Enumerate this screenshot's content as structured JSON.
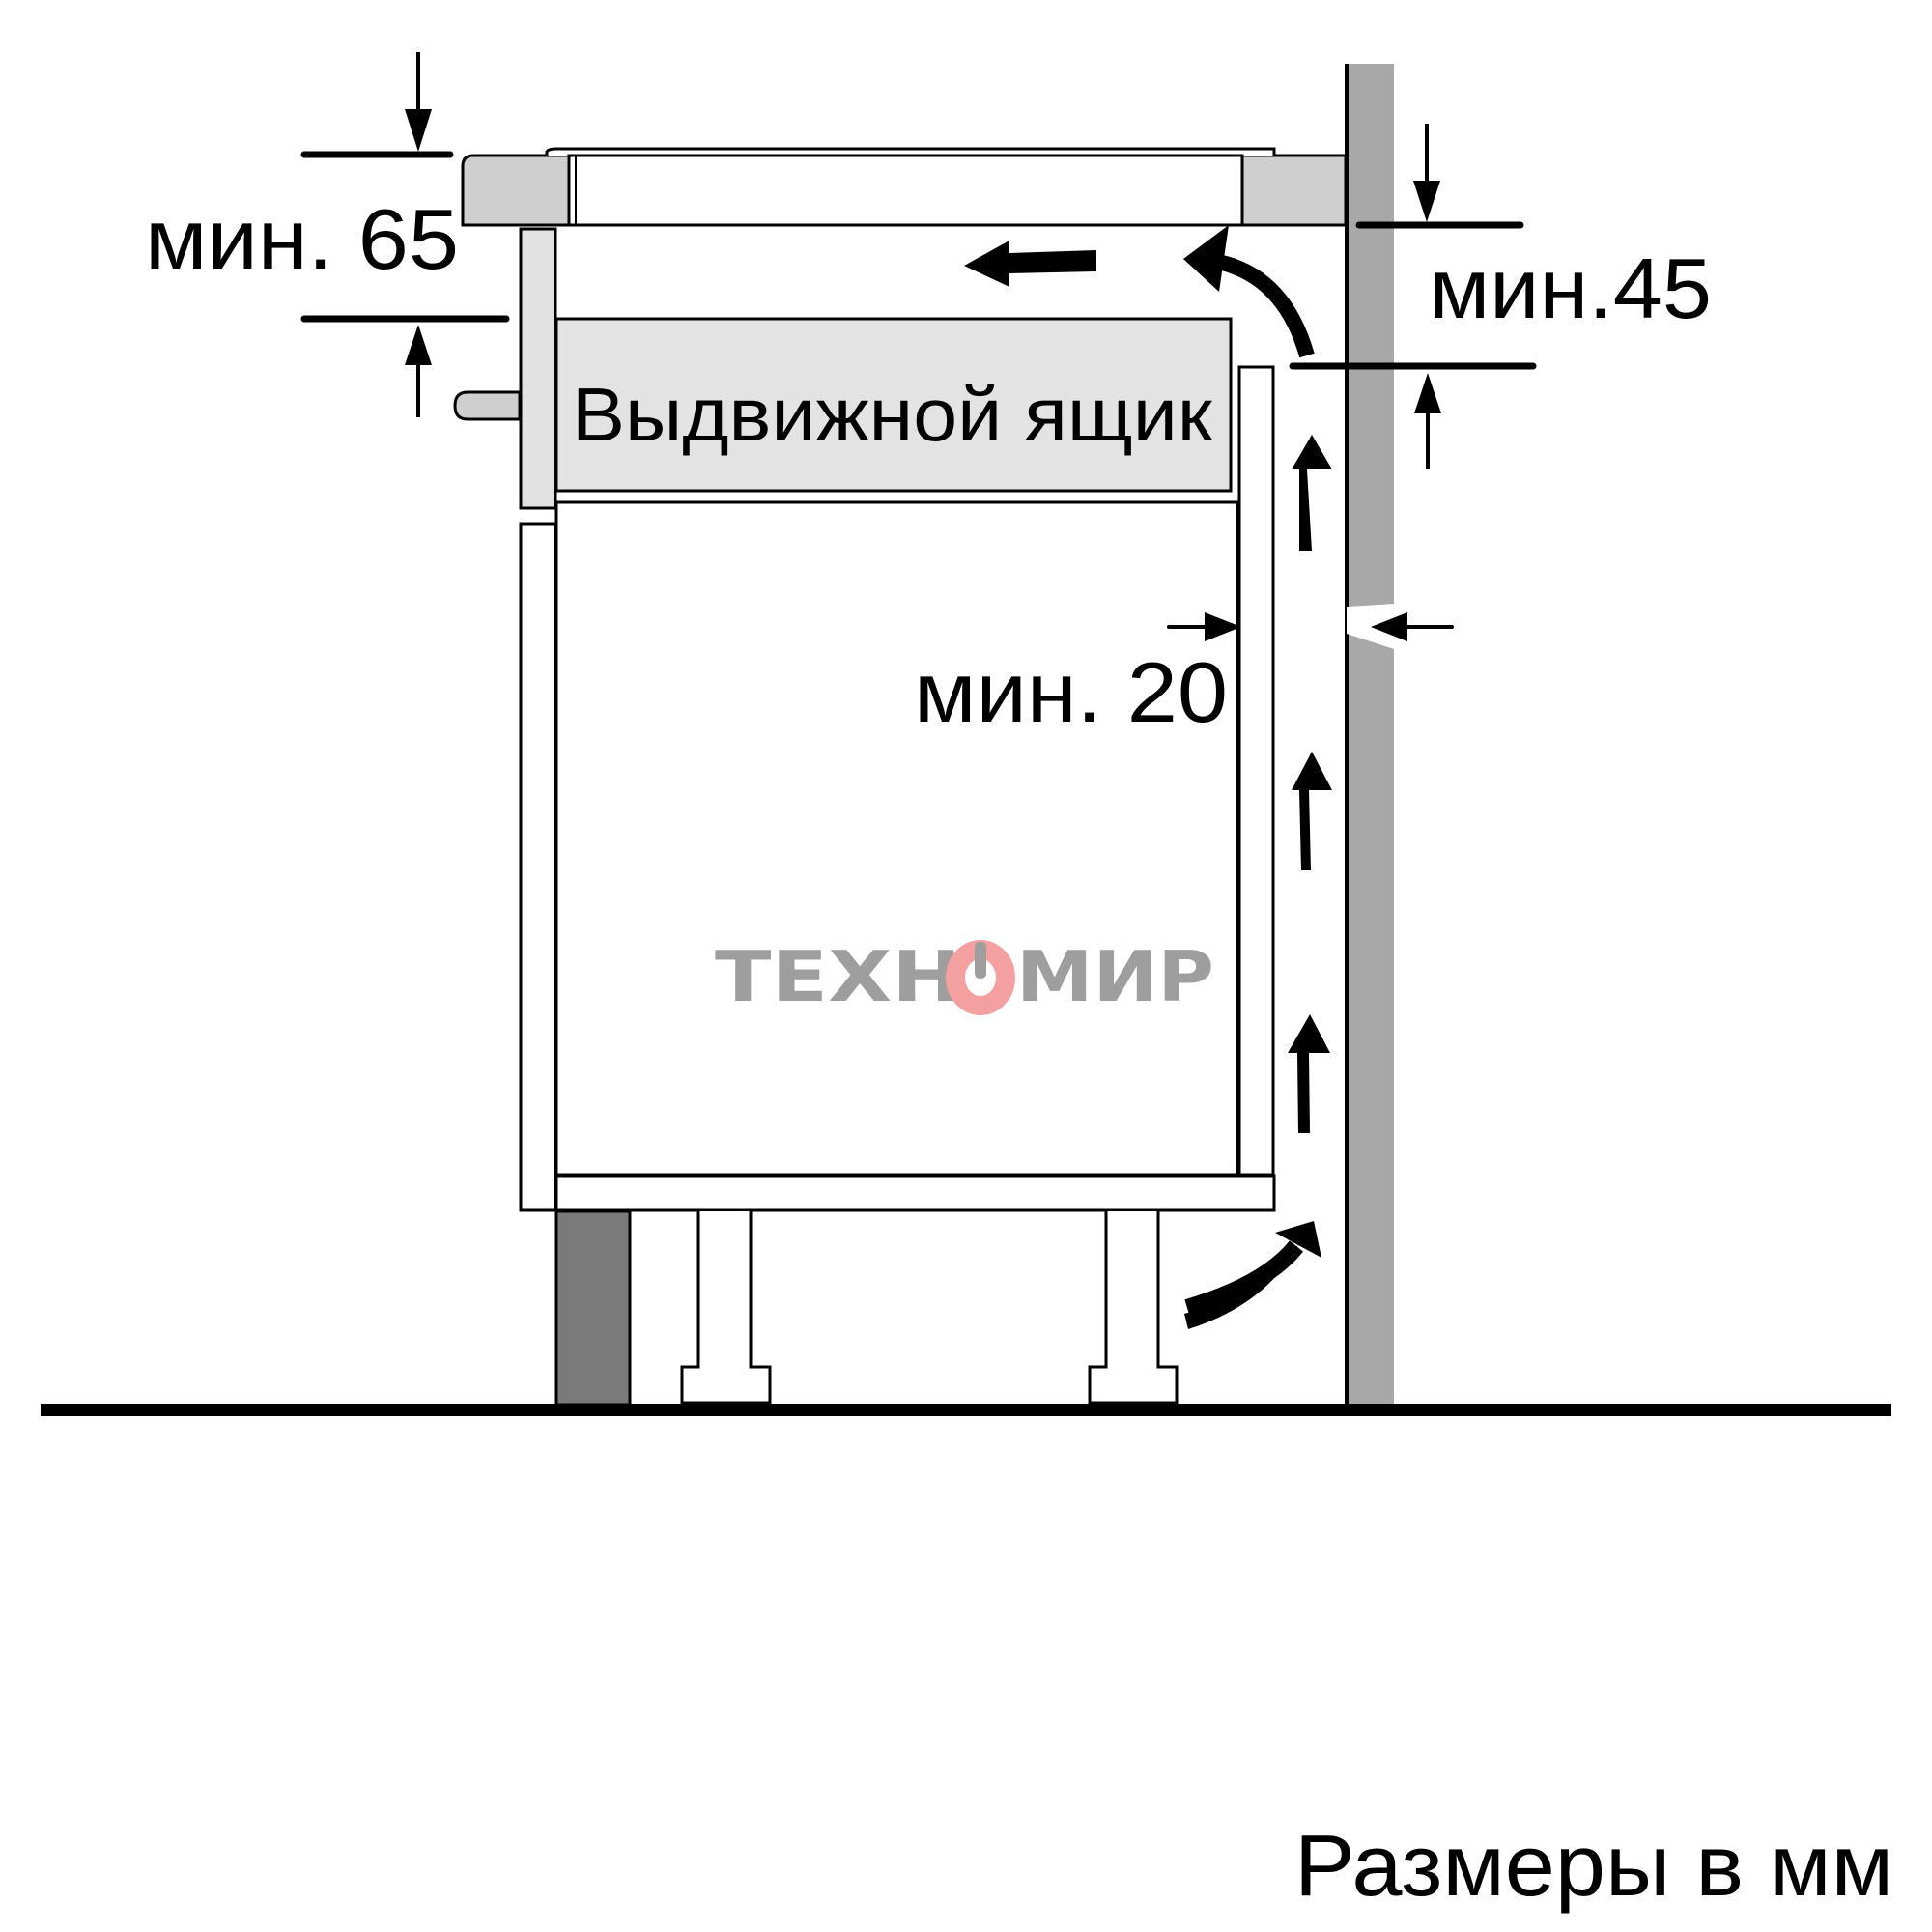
{
  "diagram": {
    "title": "Installation clearance diagram - hob above drawer",
    "labels": {
      "min_65": "мин. 65",
      "min_45": "мин.45",
      "min_20": "мин. 20",
      "drawer": "Выдвижной ящик",
      "units": "Размеры в мм"
    },
    "watermark": {
      "left": "ТЕХН",
      "center_glyph": "O",
      "right": "МИР",
      "text_color": "#9e9e9e",
      "accent_color": "#f4a0a0"
    },
    "colors": {
      "line": "#000000",
      "countertop": "#cfcfcf",
      "drawer_fill": "#e3e3e3",
      "front_panel": "#e2e2e2",
      "wall": "#a8a8a8",
      "plinth": "#7a7a7a",
      "background": "#ffffff"
    }
  }
}
